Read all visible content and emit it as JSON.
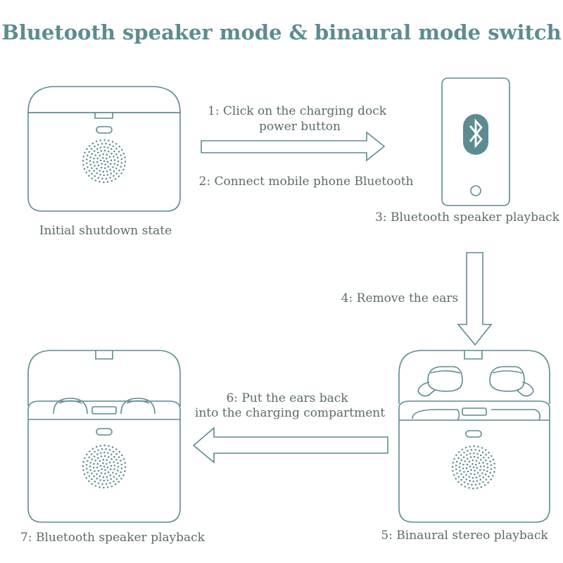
{
  "title": "Bluetooth speaker mode & binaural mode switch",
  "colors": {
    "line": "#5c8c91",
    "text": "#5b6a6c",
    "title": "#5c8c91",
    "accent": "#5c8c91"
  },
  "labels": {
    "initial": "Initial shutdown state",
    "step1_line1": "1: Click on the charging dock",
    "step1_line2": "power button",
    "step2": "2: Connect mobile phone Bluetooth",
    "step3": "3: Bluetooth speaker playback",
    "step4": "4: Remove the ears",
    "step5": "5: Binaural stereo playback",
    "step6_line1": "6: Put the ears back",
    "step6_line2": "into the charging compartment",
    "step7": "7: Bluetooth speaker playback"
  },
  "icons": {
    "bluetooth": "bluetooth-icon",
    "speaker": "speaker-grille-icon",
    "phone": "smartphone-icon",
    "arrow": "arrow-icon"
  }
}
